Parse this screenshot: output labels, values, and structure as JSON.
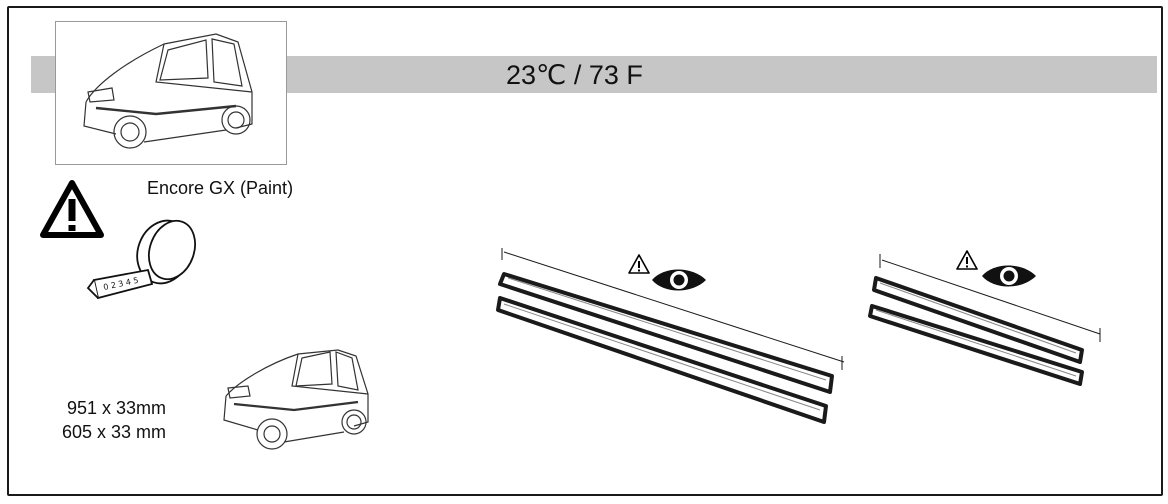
{
  "header": {
    "temperature": "23℃ / 73 F"
  },
  "vehicle": {
    "name": "Encore GX (Paint)"
  },
  "dimensions": [
    "951 x 33mm",
    "605 x 33 mm"
  ],
  "tape_measure_marks": "0 2 3 4 5",
  "icons": {
    "caution": "warning-triangle-icon",
    "inspect": "eye-icon",
    "vehicle": "car-illustration",
    "measure": "tape-measure-icon"
  },
  "colors": {
    "header_bar": "#c6c6c6",
    "line_art": "#1a1a1a"
  }
}
